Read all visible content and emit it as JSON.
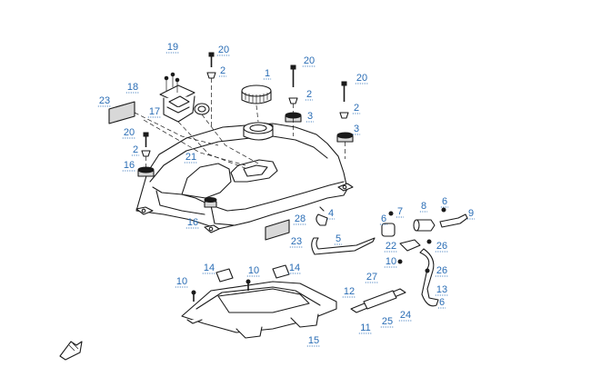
{
  "accent_color": "#2a6db5",
  "callouts": [
    {
      "id": "c19",
      "text": "19"
    },
    {
      "id": "c20a",
      "text": "20"
    },
    {
      "id": "c2a",
      "text": "2"
    },
    {
      "id": "c1",
      "text": "1"
    },
    {
      "id": "c20b",
      "text": "20"
    },
    {
      "id": "c20c",
      "text": "20"
    },
    {
      "id": "c18",
      "text": "18"
    },
    {
      "id": "c23a",
      "text": "23"
    },
    {
      "id": "c17",
      "text": "17"
    },
    {
      "id": "c2b",
      "text": "2"
    },
    {
      "id": "c2c",
      "text": "2"
    },
    {
      "id": "c3a",
      "text": "3"
    },
    {
      "id": "c3b",
      "text": "3"
    },
    {
      "id": "c20d",
      "text": "20"
    },
    {
      "id": "c2d",
      "text": "2"
    },
    {
      "id": "c21",
      "text": "21"
    },
    {
      "id": "c16a",
      "text": "16"
    },
    {
      "id": "c16b",
      "text": "16"
    },
    {
      "id": "c4",
      "text": "4"
    },
    {
      "id": "c28",
      "text": "28"
    },
    {
      "id": "c6a",
      "text": "6"
    },
    {
      "id": "c7",
      "text": "7"
    },
    {
      "id": "c8",
      "text": "8"
    },
    {
      "id": "c6b",
      "text": "6"
    },
    {
      "id": "c9",
      "text": "9"
    },
    {
      "id": "c23b",
      "text": "23"
    },
    {
      "id": "c5",
      "text": "5"
    },
    {
      "id": "c22",
      "text": "22"
    },
    {
      "id": "c26a",
      "text": "26"
    },
    {
      "id": "c10a",
      "text": "10"
    },
    {
      "id": "c26b",
      "text": "26"
    },
    {
      "id": "c14a",
      "text": "14"
    },
    {
      "id": "c10b",
      "text": "10"
    },
    {
      "id": "c14b",
      "text": "14"
    },
    {
      "id": "c27",
      "text": "27"
    },
    {
      "id": "c10c",
      "text": "10"
    },
    {
      "id": "c13",
      "text": "13"
    },
    {
      "id": "c12",
      "text": "12"
    },
    {
      "id": "c6c",
      "text": "6"
    },
    {
      "id": "c24",
      "text": "24"
    },
    {
      "id": "c25",
      "text": "25"
    },
    {
      "id": "c11",
      "text": "11"
    },
    {
      "id": "c15",
      "text": "15"
    }
  ]
}
